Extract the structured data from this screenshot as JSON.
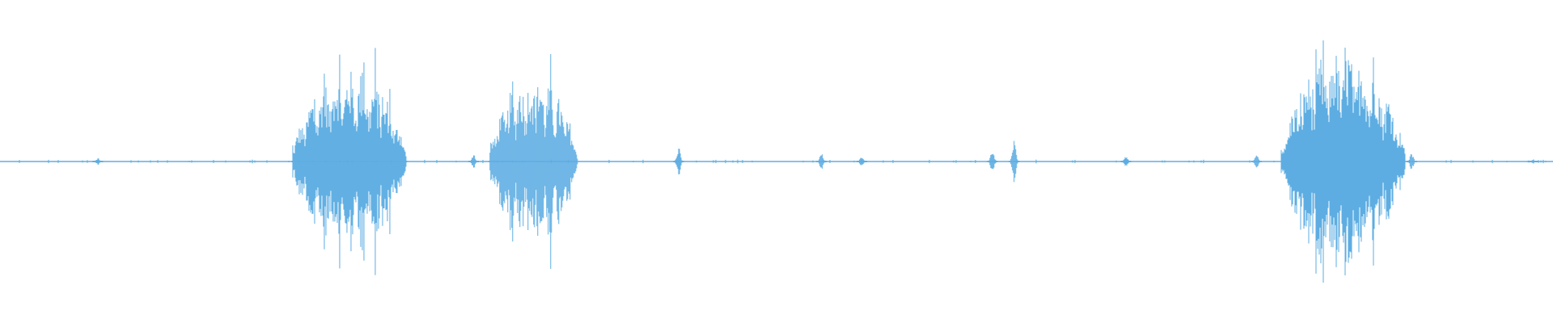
{
  "waveform": {
    "color": "#5dade2",
    "background": "#ffffff",
    "bursts": [
      {
        "start": 0.188,
        "end": 0.262,
        "peak": 0.78
      },
      {
        "start": 0.315,
        "end": 0.372,
        "peak": 0.72
      },
      {
        "start": 0.825,
        "end": 0.905,
        "peak": 0.95
      }
    ],
    "blips": [
      {
        "pos": 0.063,
        "amp": 0.03
      },
      {
        "pos": 0.305,
        "amp": 0.06
      },
      {
        "pos": 0.437,
        "amp": 0.12
      },
      {
        "pos": 0.529,
        "amp": 0.07
      },
      {
        "pos": 0.555,
        "amp": 0.05
      },
      {
        "pos": 0.639,
        "amp": 0.11
      },
      {
        "pos": 0.653,
        "amp": 0.17
      },
      {
        "pos": 0.725,
        "amp": 0.05
      },
      {
        "pos": 0.809,
        "amp": 0.06
      },
      {
        "pos": 0.909,
        "amp": 0.07
      },
      {
        "pos": 0.987,
        "amp": 0.02
      }
    ]
  }
}
